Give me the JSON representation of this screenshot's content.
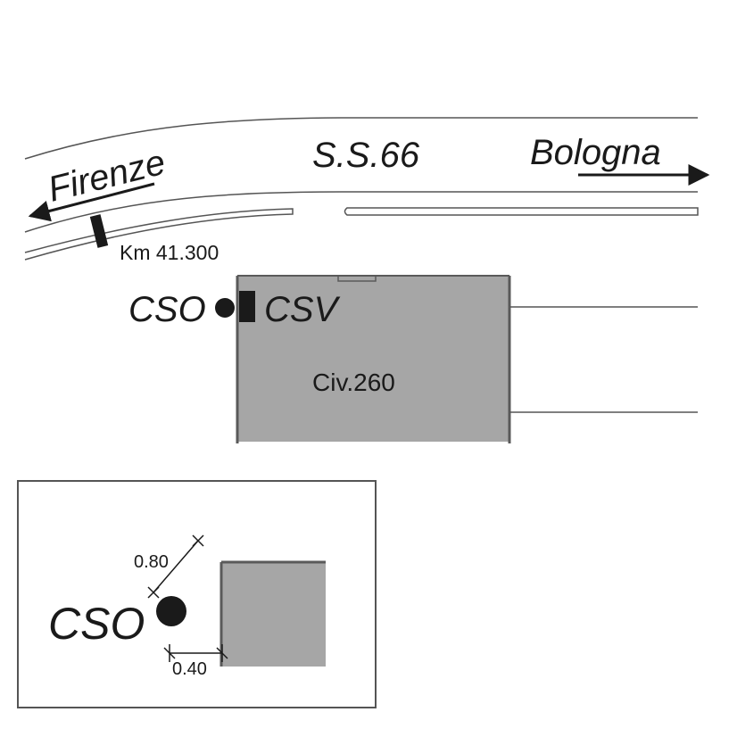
{
  "road": {
    "name": "S.S.66",
    "destination_left": "Firenze",
    "destination_right": "Bologna",
    "kilometer_marker": "Km 41.300"
  },
  "building": {
    "label": "Civ.260"
  },
  "markers": {
    "cso_label": "CSO",
    "csv_label": "CSV"
  },
  "detail": {
    "cso_label": "CSO",
    "distance_diagonal": "0.80",
    "distance_horizontal": "0.40"
  },
  "colors": {
    "building_fill": "#a6a6a6",
    "building_edge": "#5a5a5a",
    "line": "#555555",
    "ink": "#1a1a1a"
  }
}
